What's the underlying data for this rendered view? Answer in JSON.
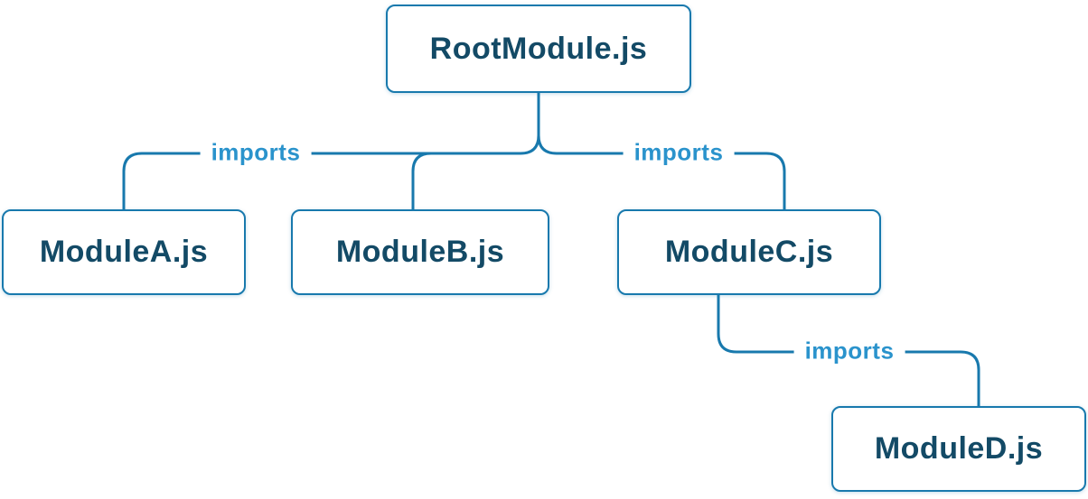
{
  "diagram": {
    "title": "module-import-tree",
    "nodes": {
      "root": {
        "label": "RootModule.js"
      },
      "a": {
        "label": "ModuleA.js"
      },
      "b": {
        "label": "ModuleB.js"
      },
      "c": {
        "label": "ModuleC.js"
      },
      "d": {
        "label": "ModuleD.js"
      }
    },
    "edges": {
      "root_a": {
        "from": "RootModule.js",
        "to": "ModuleA.js",
        "label": "imports"
      },
      "root_b": {
        "from": "RootModule.js",
        "to": "ModuleB.js",
        "label": ""
      },
      "root_c": {
        "from": "RootModule.js",
        "to": "ModuleC.js",
        "label": "imports"
      },
      "c_d": {
        "from": "ModuleC.js",
        "to": "ModuleD.js",
        "label": "imports"
      }
    },
    "colors": {
      "line": "#1879ad",
      "border": "#1879ad",
      "node_text": "#134a66",
      "edge_label": "#2a93cc"
    }
  }
}
